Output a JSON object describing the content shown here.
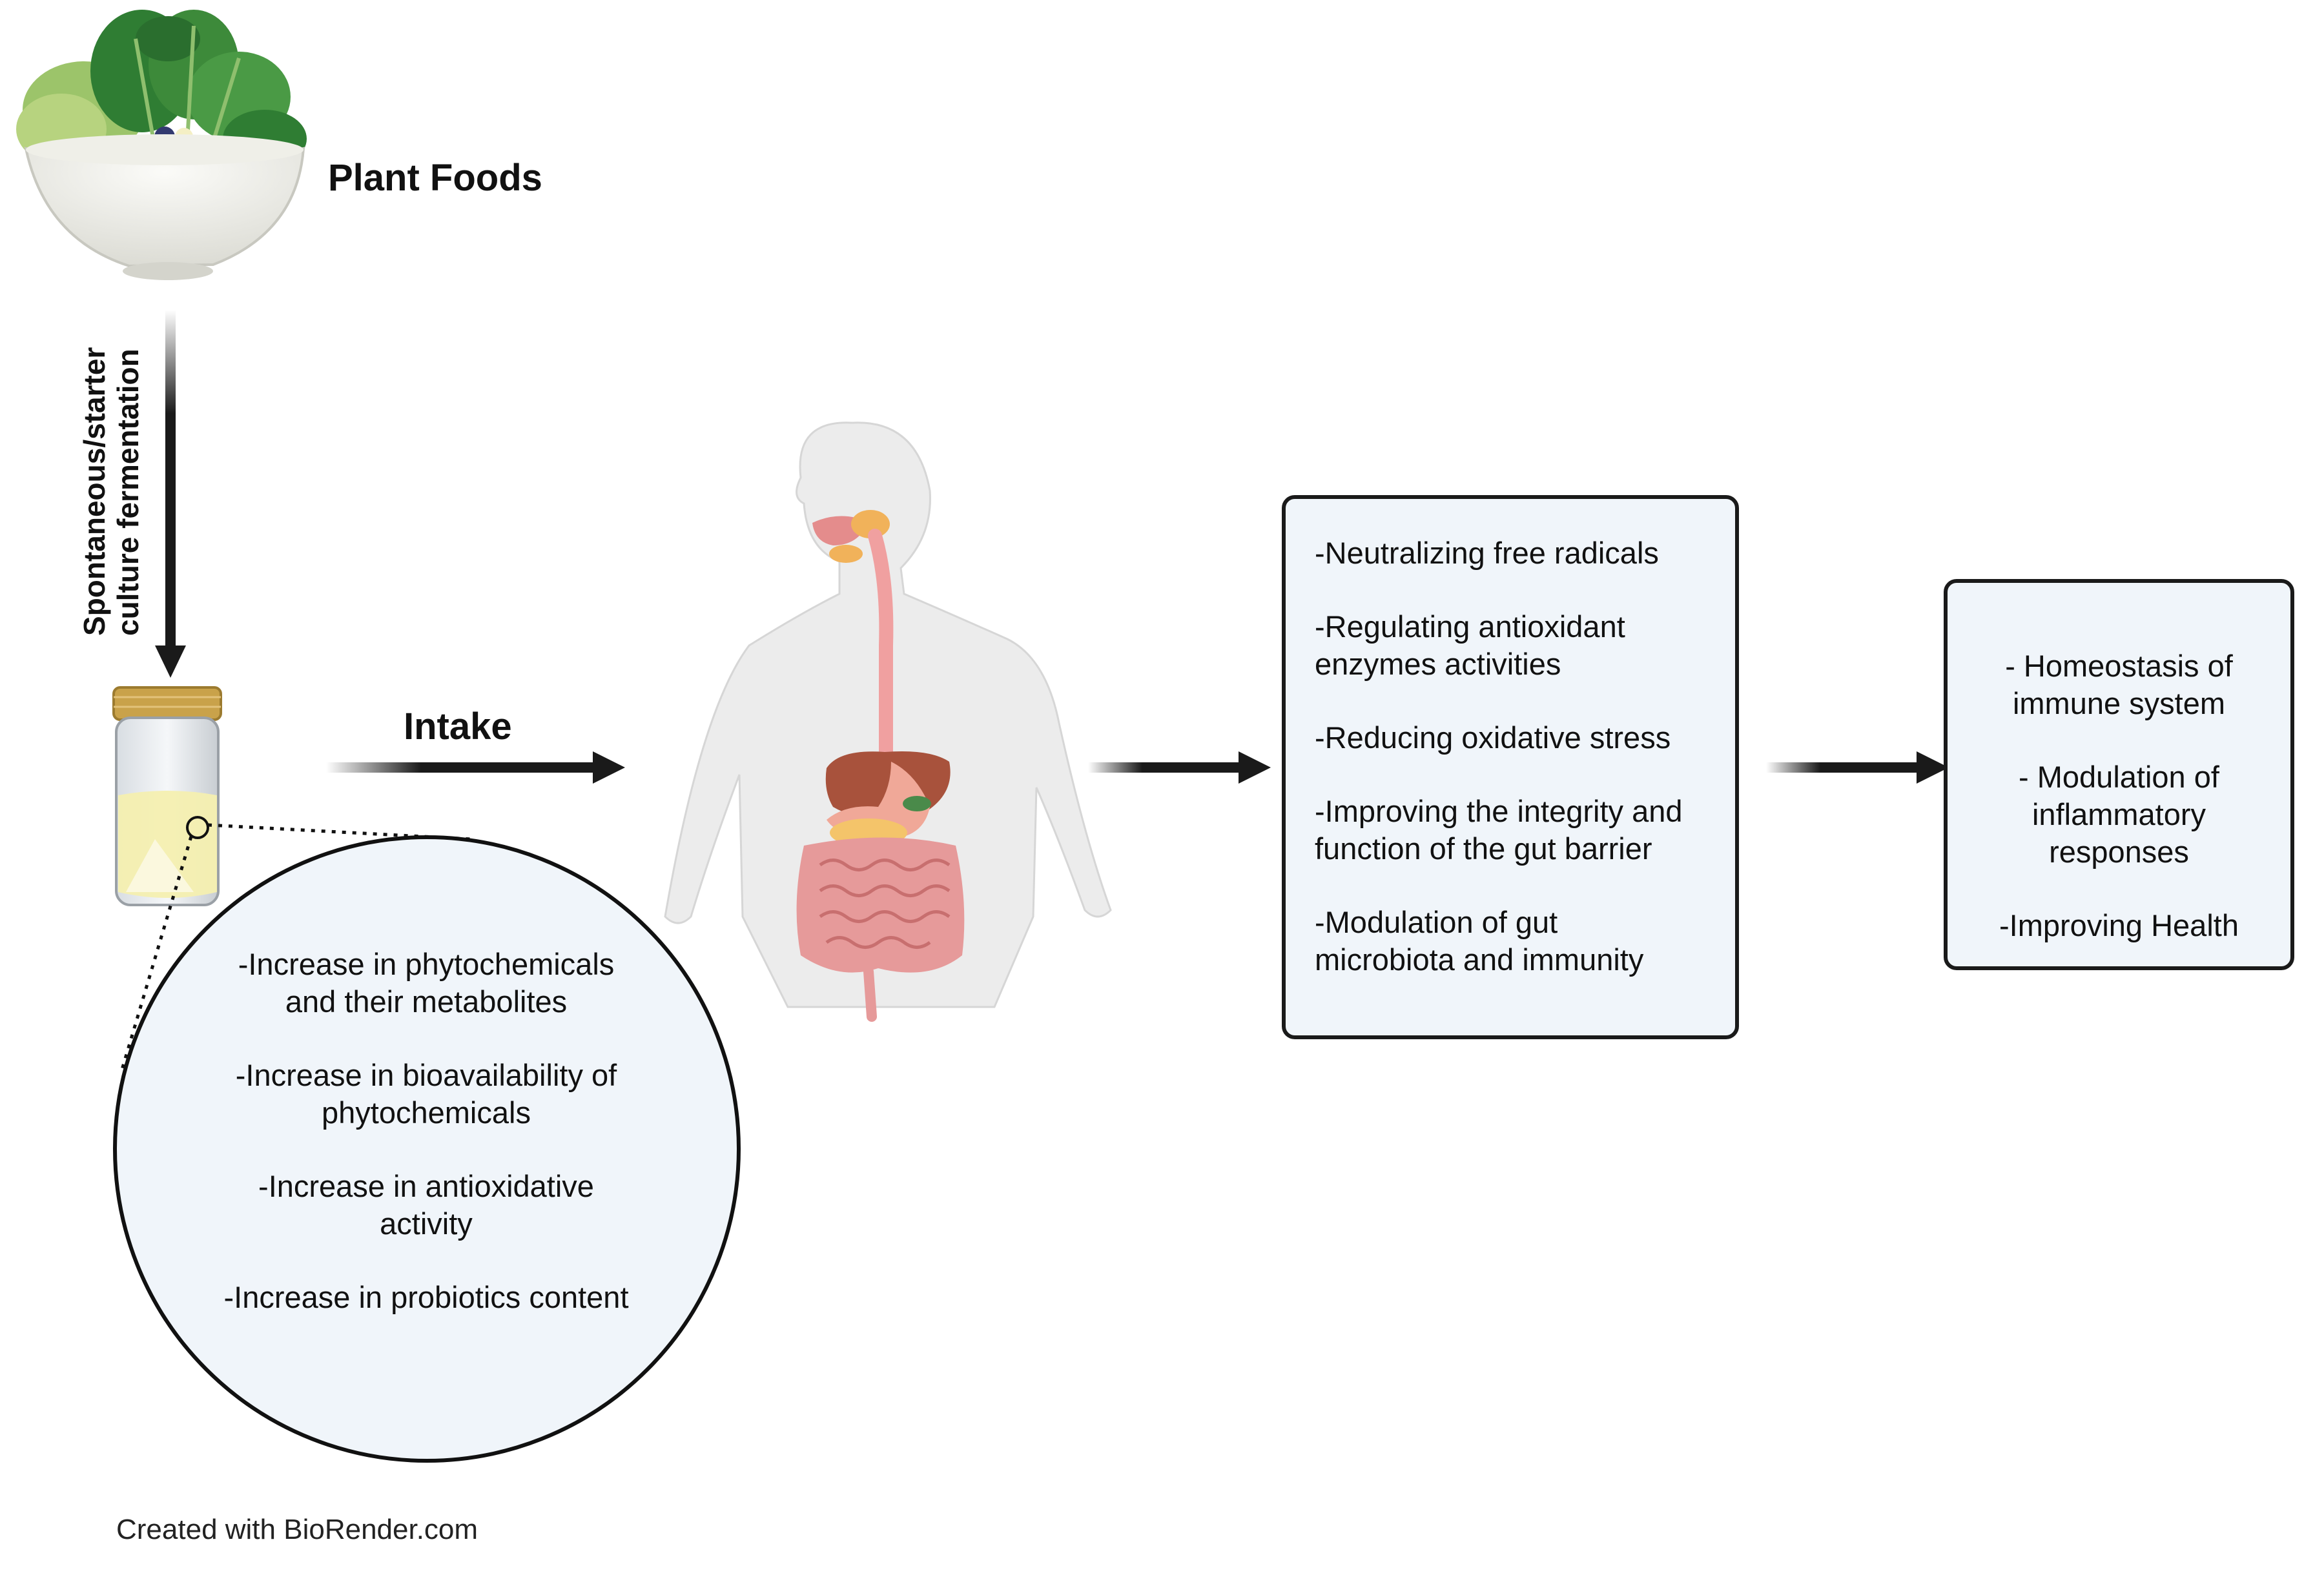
{
  "plant_foods_label": "Plant Foods",
  "fermentation_label_line1": "Spontaneous/starter",
  "fermentation_label_line2": "culture fermentation",
  "intake_label": "Intake",
  "circle_items": [
    "-Increase in phytochemicals\nand their metabolites",
    "-Increase in bioavailability of\nphytochemicals",
    "-Increase in antioxidative\nactivity",
    "-Increase in probiotics content"
  ],
  "effects_items": [
    "-Neutralizing free radicals",
    "-Regulating antioxidant\nenzymes activities",
    "-Reducing oxidative stress",
    "-Improving the integrity and\nfunction of the gut barrier",
    "-Modulation of gut\nmicrobiota and immunity"
  ],
  "outcome_items": [
    "- Homeostasis of\nimmune system",
    "- Modulation of\ninflammatory\nresponses",
    "-Improving Health"
  ],
  "footer_credit": "Created with BioRender.com",
  "colors": {
    "box_fill": "#f0f5fa",
    "box_border": "#1a1a1a",
    "arrow": "#1a1a1a",
    "body_skin": "#ececec",
    "esophagus": "#f0a0a0",
    "liver": "#a8523c",
    "intestine": "#e69a9a",
    "leaf_green": "#3d8a3a",
    "blueberry": "#2a3160",
    "jar_lid": "#c9a24a",
    "jar_liquid": "#f4efb0"
  },
  "icons": [
    "salad-bowl-icon",
    "ferment-jar-icon",
    "human-digestive-system-icon"
  ]
}
